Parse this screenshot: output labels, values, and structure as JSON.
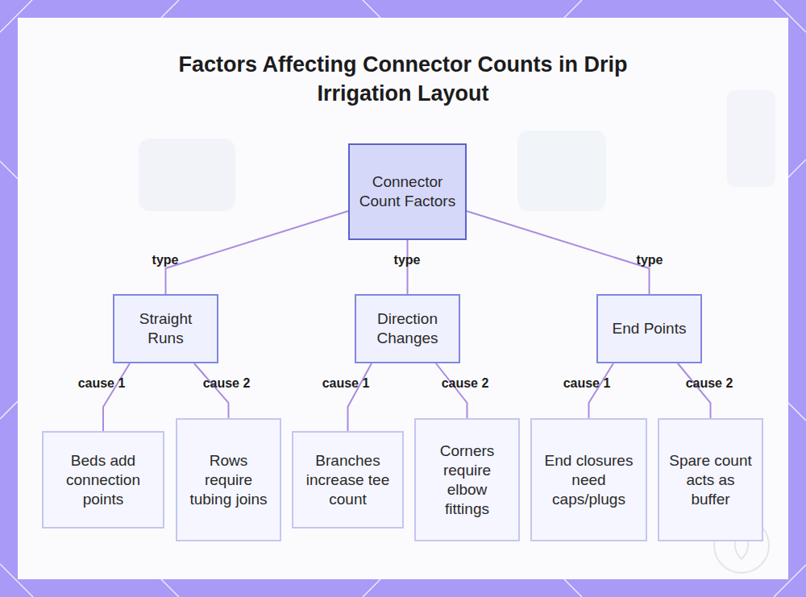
{
  "diagram": {
    "title": "Factors Affecting Connector Counts in Drip Irrigation Layout",
    "nodes": [
      {
        "text": [
          "Connector Count Factors"
        ]
      },
      {
        "text": [
          "Straight Runs"
        ]
      },
      {
        "text": [
          "Direction Changes"
        ]
      },
      {
        "text": [
          "End Points"
        ]
      },
      {
        "text": [
          "Beds add connection points"
        ]
      },
      {
        "text": [
          "Rows require tubing joins"
        ]
      },
      {
        "text": [
          "Branches increase tee count"
        ]
      },
      {
        "text": [
          "Corners require elbow fittings"
        ]
      },
      {
        "text": [
          "End closures need caps/plugs"
        ]
      },
      {
        "text": [
          "Spare count acts as buffer"
        ]
      }
    ],
    "edges": [
      {
        "from": 0,
        "to": 1,
        "label": "type",
        "arrow": "none"
      },
      {
        "from": 0,
        "to": 2,
        "label": "type",
        "arrow": "none"
      },
      {
        "from": 0,
        "to": 3,
        "label": "type",
        "arrow": "none"
      },
      {
        "from": 1,
        "to": 4,
        "label": "cause 1",
        "arrow": "none"
      },
      {
        "from": 1,
        "to": 5,
        "label": "cause 2",
        "arrow": "none"
      },
      {
        "from": 2,
        "to": 6,
        "label": "cause 1",
        "arrow": "none"
      },
      {
        "from": 2,
        "to": 7,
        "label": "cause 2",
        "arrow": "none"
      },
      {
        "from": 3,
        "to": 8,
        "label": "cause 1",
        "arrow": "none"
      },
      {
        "from": 3,
        "to": 9,
        "label": "cause 2",
        "arrow": "none"
      }
    ]
  }
}
